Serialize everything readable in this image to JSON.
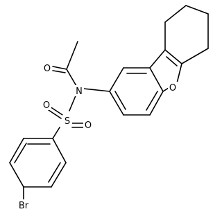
{
  "atoms": [
    {
      "id": "methyl",
      "label": ""
    },
    {
      "id": "carbonyl_c",
      "label": ""
    },
    {
      "id": "carbonyl_o",
      "label": "O"
    },
    {
      "id": "amide_n",
      "label": "N"
    },
    {
      "id": "sulfur",
      "label": "S"
    },
    {
      "id": "sulfonyl_o_left",
      "label": "O"
    },
    {
      "id": "sulfonyl_o_right",
      "label": "O"
    },
    {
      "id": "furan_o",
      "label": "O"
    },
    {
      "id": "bromine",
      "label": "Br"
    }
  ],
  "colors": {
    "bond": "#000000",
    "label": "#000000",
    "background": "#ffffff"
  }
}
